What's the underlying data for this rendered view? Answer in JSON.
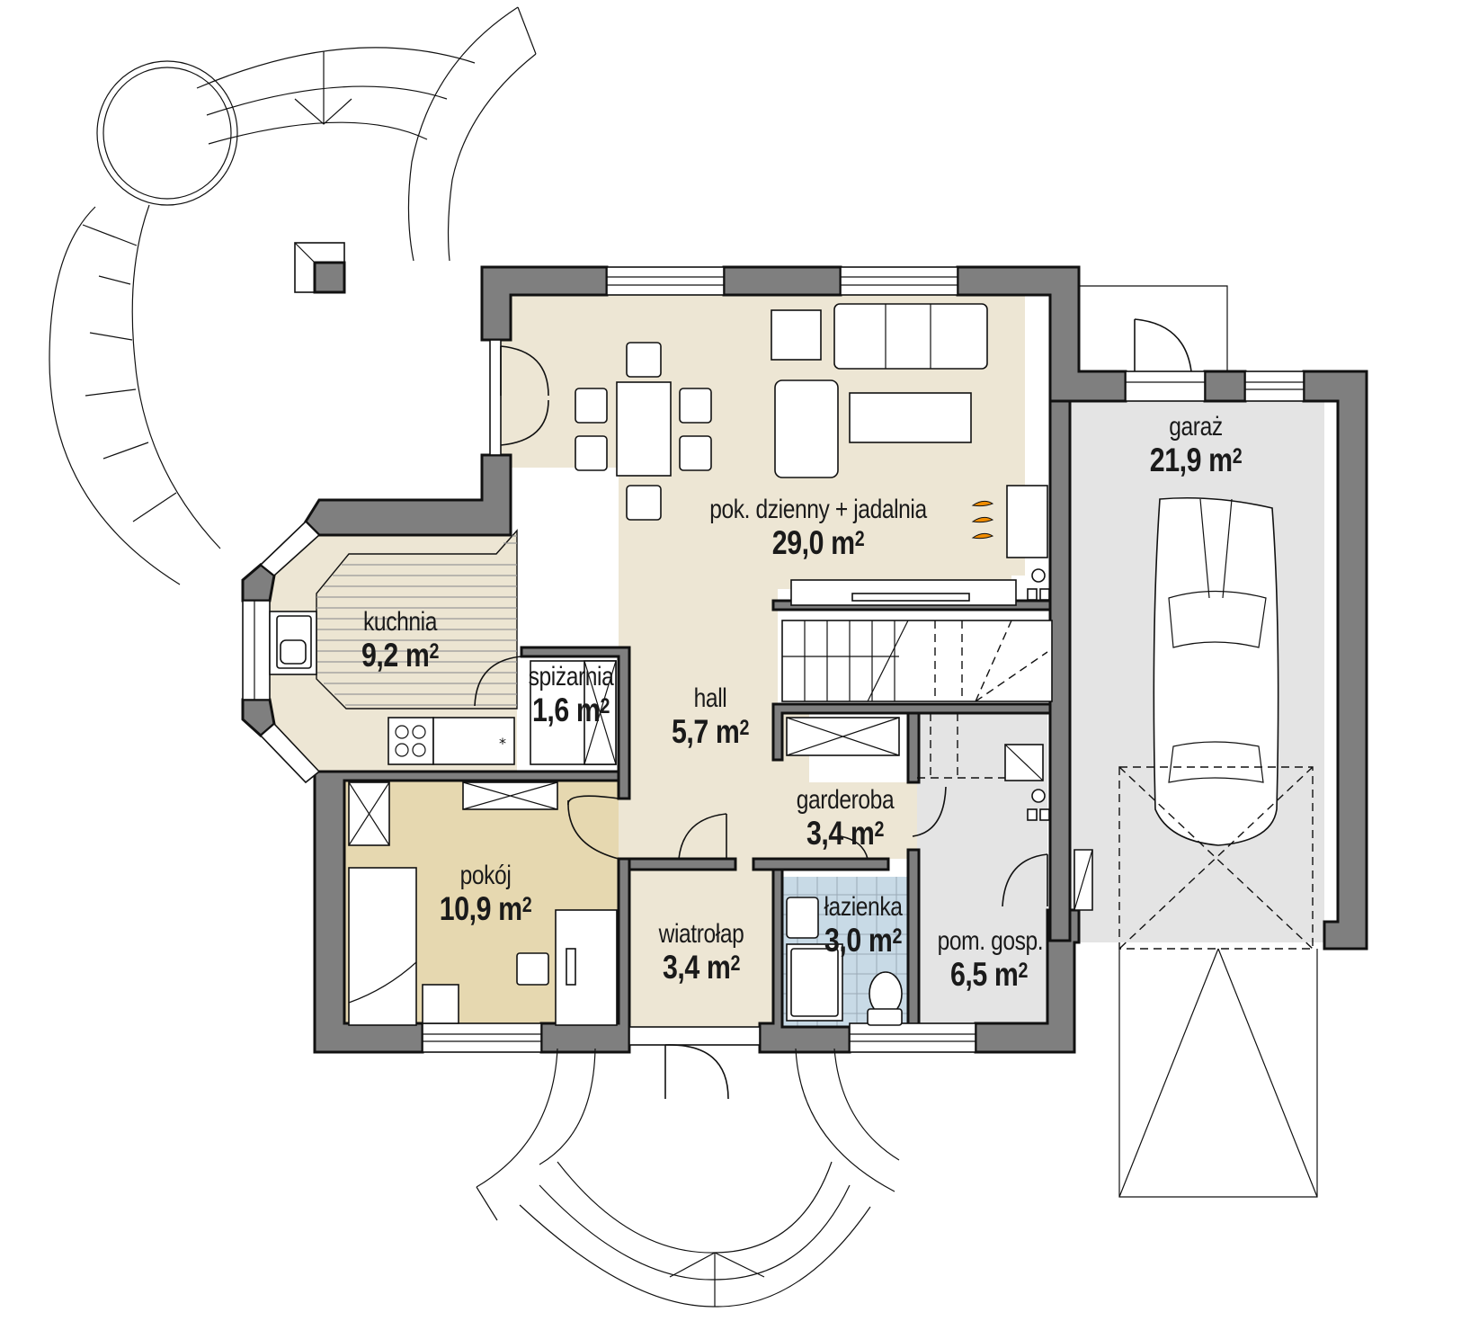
{
  "plan": {
    "colors": {
      "wall": "#7f7f7f",
      "living": "#ede6d4",
      "kitchen": "#ede6d4",
      "bedroom": "#e6d8b0",
      "bathroom": "#c8dae6",
      "utility": "#e4e4e4",
      "garage": "#e4e4e4",
      "fireplace": "#f08c00"
    },
    "rooms": [
      {
        "id": "living",
        "name": "pok. dzienny + jadalnia",
        "area": "29,0",
        "unit": "m",
        "exp": "2"
      },
      {
        "id": "garage",
        "name": "garaż",
        "area": "21,9",
        "unit": "m",
        "exp": "2"
      },
      {
        "id": "kitchen",
        "name": "kuchnia",
        "area": "9,2",
        "unit": "m",
        "exp": "2"
      },
      {
        "id": "pantry",
        "name": "spiżarnia",
        "area": "1,6",
        "unit": "m",
        "exp": "2"
      },
      {
        "id": "hall",
        "name": "hall",
        "area": "5,7",
        "unit": "m",
        "exp": "2"
      },
      {
        "id": "wardrobe",
        "name": "garderoba",
        "area": "3,4",
        "unit": "m",
        "exp": "2"
      },
      {
        "id": "room",
        "name": "pokój",
        "area": "10,9",
        "unit": "m",
        "exp": "2"
      },
      {
        "id": "vestibule",
        "name": "wiatrołap",
        "area": "3,4",
        "unit": "m",
        "exp": "2"
      },
      {
        "id": "bathroom",
        "name": "łazienka",
        "area": "3,0",
        "unit": "m",
        "exp": "2"
      },
      {
        "id": "utility",
        "name": "pom. gosp.",
        "area": "6,5",
        "unit": "m",
        "exp": "2"
      }
    ]
  }
}
